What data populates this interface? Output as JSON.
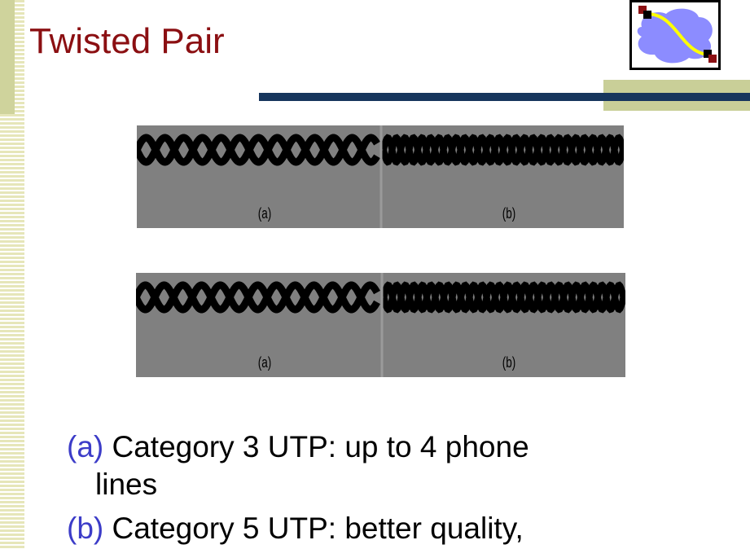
{
  "slide": {
    "title": "Twisted Pair"
  },
  "figures": [
    {
      "label_a": "(a)",
      "label_b": "(b)"
    },
    {
      "label_a": "(a)",
      "label_b": "(b)"
    }
  ],
  "captions": [
    {
      "tag": "(a)",
      "text": " Category 3 UTP: up to 4 phone",
      "continuation": "lines"
    },
    {
      "tag": "(b)",
      "text": " Category 5 UTP: better quality,"
    }
  ],
  "colors": {
    "title": "#8b0f12",
    "caption_tag": "#3c3cc8",
    "rule_navy": "#17365d",
    "rule_olive": "#c9cf98",
    "panel_gray": "#808080"
  },
  "icons": [
    "network-cloud-icon"
  ]
}
